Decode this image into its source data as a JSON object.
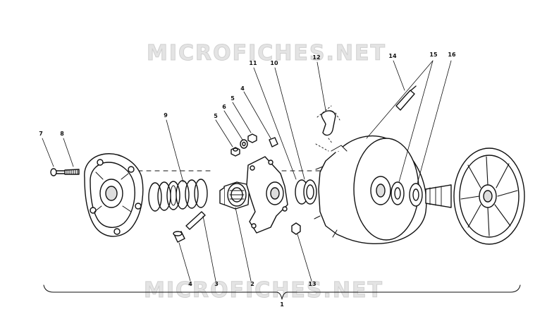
{
  "watermark": {
    "top": "MICROFICHES.NET",
    "bottom": "MICROFICHES.NET"
  },
  "callouts": {
    "c1": "1",
    "c2": "2",
    "c3": "3",
    "c4a": "4",
    "c4b": "4",
    "c5a": "5",
    "c5b": "5",
    "c6": "6",
    "c7": "7",
    "c8": "8",
    "c9": "9",
    "c10": "10",
    "c11": "11",
    "c12": "12",
    "c13": "13",
    "c14": "14",
    "c15": "15",
    "c16": "16"
  },
  "colors": {
    "ink": "#111111",
    "watermark": "#e4e4e4"
  }
}
